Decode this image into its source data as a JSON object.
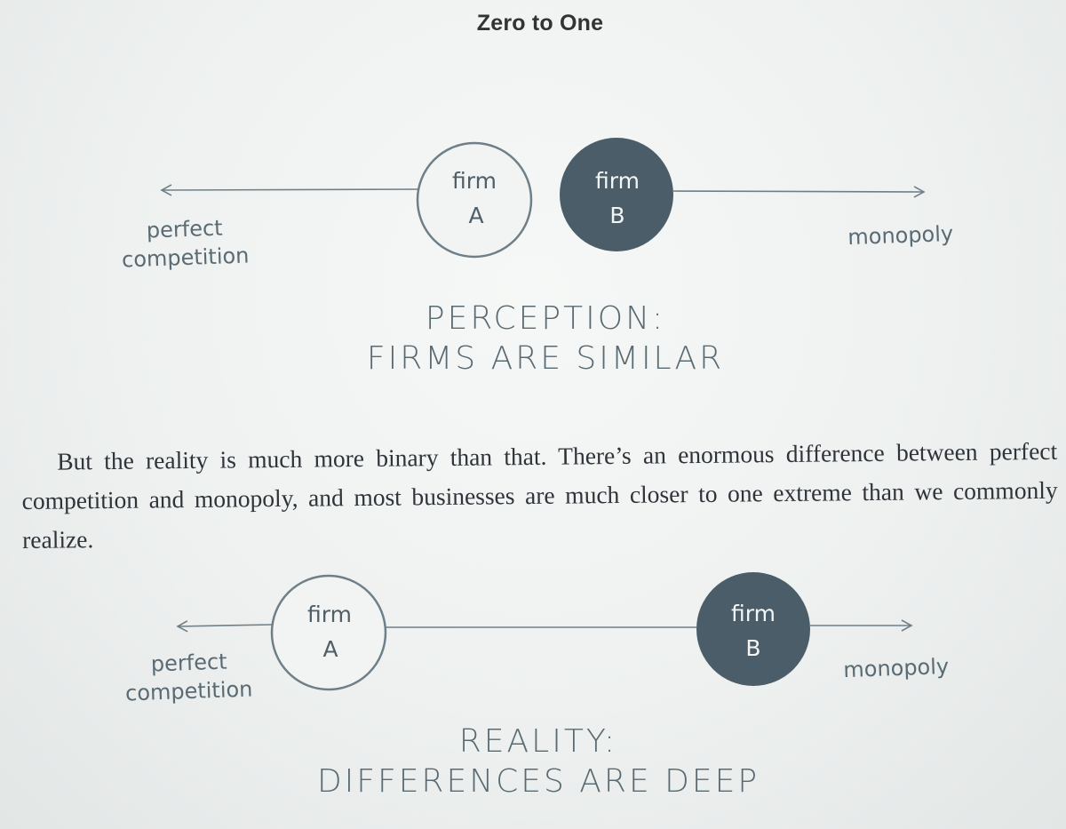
{
  "header": {
    "title": "Zero to One"
  },
  "diagrams": {
    "perception": {
      "left_label_line1": "perfect",
      "left_label_line2": "competition",
      "right_label": "monopoly",
      "firm_a_line1": "firm",
      "firm_a_line2": "A",
      "firm_b_line1": "firm",
      "firm_b_line2": "B",
      "caption_line1": "PERCEPTION:",
      "caption_line2": "FIRMS ARE SIMILAR"
    },
    "reality": {
      "left_label_line1": "perfect",
      "left_label_line2": "competition",
      "right_label": "monopoly",
      "firm_a_line1": "firm",
      "firm_a_line2": "A",
      "firm_b_line1": "firm",
      "firm_b_line2": "B",
      "caption_line1": "REALITY:",
      "caption_line2": "DIFFERENCES ARE DEEP"
    }
  },
  "body": {
    "paragraph": "But the reality is much more binary than that. There’s an enormous difference between perfect competition and monopoly, and most businesses are much closer to one extreme than we commonly realize."
  },
  "colors": {
    "line": "#6f7f88",
    "firm_b_fill": "#4a5d68",
    "firm_a_fill": "#f1f4f3",
    "text_muted": "#5a6b74"
  }
}
